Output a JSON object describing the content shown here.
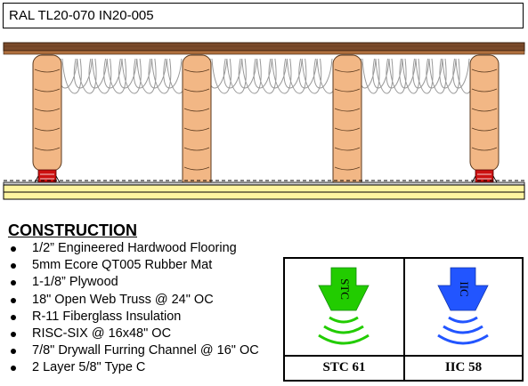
{
  "header": {
    "title": "RAL TL20-070 IN20-005"
  },
  "construction": {
    "heading": "CONSTRUCTION",
    "layers": [
      "1/2” Engineered Hardwood Flooring",
      "5mm Ecore QT005 Rubber Mat",
      "1-1/8” Plywood",
      "18\" Open Web Truss @ 24\" OC",
      "R-11 Fiberglass Insulation",
      "RISC-SIX @ 16x48\" OC",
      "7/8\" Drywall Furring Channel @ 16\" OC",
      "2 Layer 5/8\" Type C"
    ]
  },
  "ratings": {
    "stc": {
      "icon_text": "STC",
      "label": "STC 61",
      "color": "#22cc00"
    },
    "iic": {
      "icon_text": "IIC",
      "label": "IIC 58",
      "color": "#2255ff"
    }
  },
  "colors": {
    "floor": "#7a4a2a",
    "joist": "#f2b785",
    "insulation_outline": "#999999",
    "gypsum": "#fff5a0",
    "clip": "#cc1111"
  }
}
